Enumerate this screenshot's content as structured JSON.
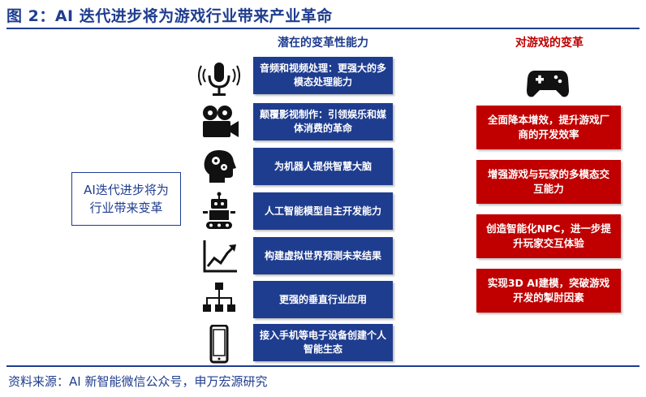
{
  "title": "图 2：AI 迭代进步将为游戏行业带来产业革命",
  "columns": {
    "middle": "潜在的变革性能力",
    "right": "对游戏的变革"
  },
  "source_node": "AI迭代进步将为行业带来变革",
  "capabilities": [
    {
      "text": "音频和视频处理：更强大的多模态处理能力",
      "icon": "microphone-icon"
    },
    {
      "text": "颠覆影视制作：引领娱乐和媒体消费的革命",
      "icon": "movie-camera-icon"
    },
    {
      "text": "为机器人提供智慧大脑",
      "icon": "head-gears-icon"
    },
    {
      "text": "人工智能模型自主开发能力",
      "icon": "robot-icon"
    },
    {
      "text": "构建虚拟世界预测未来结果",
      "icon": "trend-chart-icon"
    },
    {
      "text": "更强的垂直行业应用",
      "icon": "hierarchy-icon"
    },
    {
      "text": "接入手机等电子设备创建个人智能生态",
      "icon": "smartphone-icon"
    }
  ],
  "game_icon": "gamepad-icon",
  "game_impacts": [
    "全面降本增效，提升游戏厂商的开发效率",
    "增强游戏与玩家的多模态交互能力",
    "创造智能化NPC，进一步提升玩家交互体验",
    "实现3D AI建模，突破游戏开发的掣肘因素"
  ],
  "footer": "资料来源：AI 新智能微信公众号，申万宏源研究",
  "colors": {
    "primary": "#1f3d8f",
    "accent": "#c00000"
  }
}
